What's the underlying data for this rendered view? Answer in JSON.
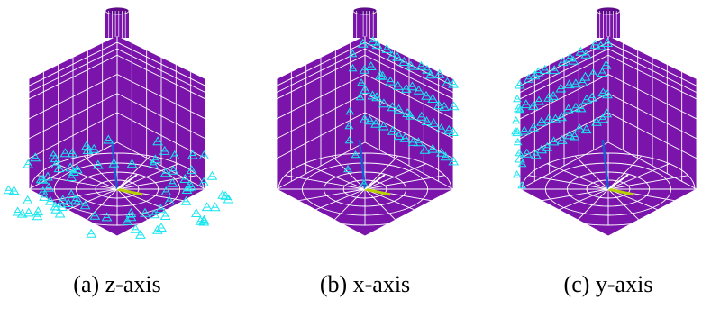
{
  "figure": {
    "colors": {
      "model": "#7a14aa",
      "model_dark": "#5e0a8a",
      "mesh": "#ffffff",
      "supports": "#18e6f0",
      "axis_x": "#1a5ad0",
      "axis_y": "#b8d000",
      "axis_z": "#ffffff"
    },
    "panels": [
      {
        "id": "z-axis",
        "caption": "(a) z-axis",
        "support_region": "base-ring"
      },
      {
        "id": "x-axis",
        "caption": "(b) x-axis",
        "support_region": "right-face"
      },
      {
        "id": "y-axis",
        "caption": "(c) y-axis",
        "support_region": "left-face"
      }
    ]
  }
}
